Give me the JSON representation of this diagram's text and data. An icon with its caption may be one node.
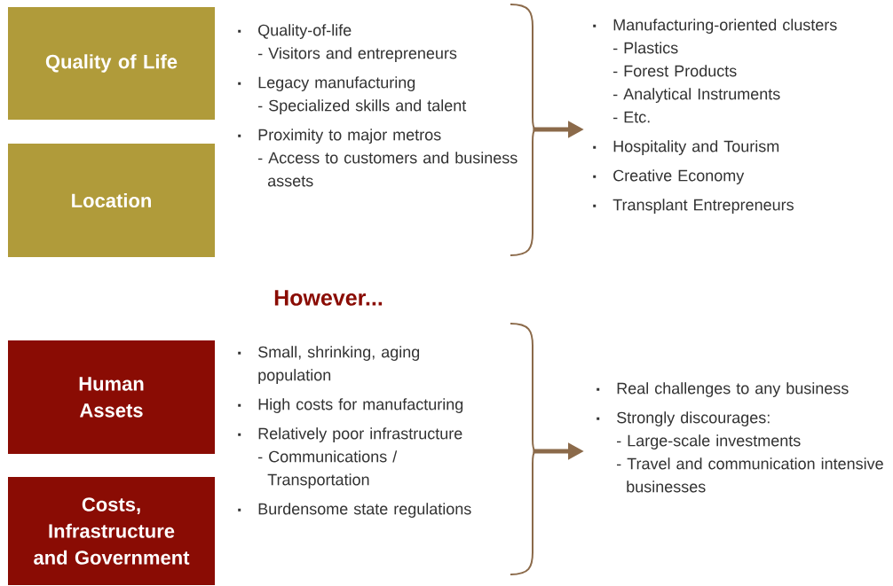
{
  "diagram": {
    "nodes": [
      {
        "text": [
          "Quality of Life"
        ]
      },
      {
        "text": [
          "Location"
        ]
      },
      {
        "text": [
          "Quality-of-life",
          "- Visitors and entrepreneurs",
          "Legacy manufacturing",
          "- Specialized skills and talent",
          "Proximity to major metros",
          "- Access to customers and business assets"
        ]
      },
      {
        "text": [
          "Manufacturing-oriented clusters",
          "- Plastics",
          "- Forest Products",
          "- Analytical Instruments",
          "- Etc.",
          "Hospitality and Tourism",
          "Creative Economy",
          "Transplant Entrepreneurs"
        ]
      },
      {
        "text": [
          "Human Assets"
        ]
      },
      {
        "text": [
          "Costs, Infrastructure and Government"
        ]
      },
      {
        "text": [
          "Small, shrinking, aging population",
          "High costs for manufacturing",
          "Relatively poor infrastructure",
          "- Communications / Transportation",
          "Burdensome state regulations"
        ]
      },
      {
        "text": [
          "Real challenges to any business",
          "Strongly discourages:",
          "- Large-scale investments",
          "- Travel and communication intensive businesses"
        ]
      }
    ],
    "edges": [
      {
        "from": 2,
        "to": 3,
        "arrow": "to"
      },
      {
        "from": 6,
        "to": 7,
        "arrow": "to"
      }
    ],
    "labels": [
      "However..."
    ]
  }
}
